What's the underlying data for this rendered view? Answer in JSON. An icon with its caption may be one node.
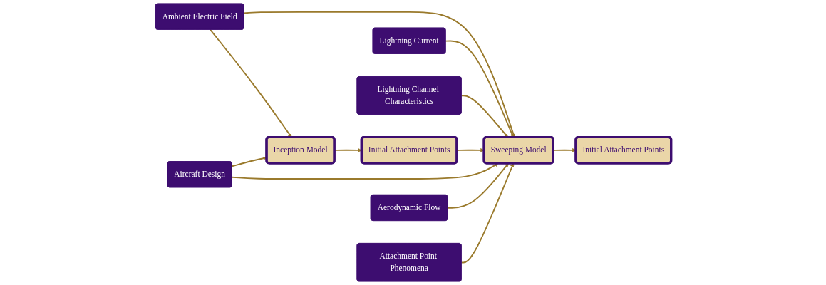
{
  "diagram": {
    "nodes": [
      {
        "text": [
          "Ambient Electric Field"
        ]
      },
      {
        "text": [
          "Lightning Current"
        ]
      },
      {
        "text": [
          "Lightning Channel Characteristics"
        ]
      },
      {
        "text": [
          "Inception Model"
        ]
      },
      {
        "text": [
          "Initial Attachment Points"
        ]
      },
      {
        "text": [
          "Sweeping Model"
        ]
      },
      {
        "text": [
          "Initial Attachment Points"
        ]
      },
      {
        "text": [
          "Aircraft Design"
        ]
      },
      {
        "text": [
          "Aerodynamic Flow"
        ]
      },
      {
        "text": [
          "Attachment Point Phenomena"
        ]
      }
    ],
    "edges": [
      {
        "from": 0,
        "to": 3,
        "arrow": "to"
      },
      {
        "from": 0,
        "to": 5,
        "arrow": "to"
      },
      {
        "from": 1,
        "to": 5,
        "arrow": "to"
      },
      {
        "from": 2,
        "to": 5,
        "arrow": "to"
      },
      {
        "from": 3,
        "to": 4,
        "arrow": "to"
      },
      {
        "from": 4,
        "to": 5,
        "arrow": "to"
      },
      {
        "from": 5,
        "to": 6,
        "arrow": "to"
      },
      {
        "from": 7,
        "to": 3,
        "arrow": "to"
      },
      {
        "from": 7,
        "to": 5,
        "arrow": "to"
      },
      {
        "from": 8,
        "to": 5,
        "arrow": "to"
      },
      {
        "from": 9,
        "to": 5,
        "arrow": "to"
      }
    ]
  }
}
